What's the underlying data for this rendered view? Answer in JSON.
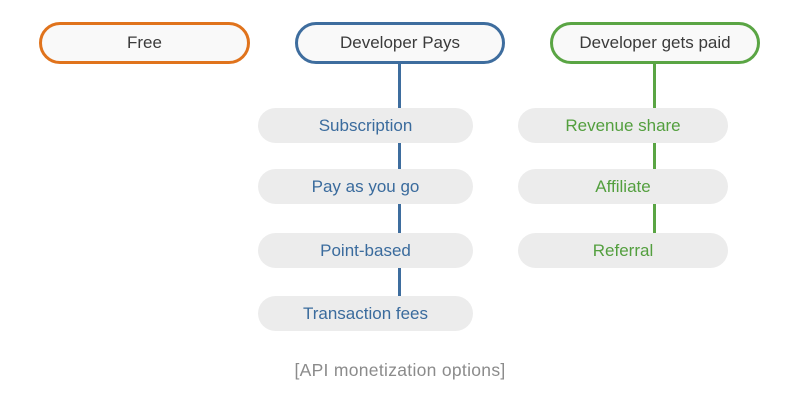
{
  "diagram": {
    "caption": "[API monetization options]",
    "colors": {
      "orange_border": "#e0731c",
      "blue_border_line": "#3e6d9e",
      "blue_child_text": "#3a6b9d",
      "green_border_line": "#5aa544",
      "green_child_text": "#539f3e",
      "parent_pill_bg": "#f9f9f9",
      "parent_pill_text": "#3b3b3b",
      "child_pill_bg": "#ececec",
      "caption_text": "#8b8b8b",
      "page_bg": "#ffffff"
    },
    "columns": [
      {
        "label": "Free",
        "children": []
      },
      {
        "label": "Developer Pays",
        "children": [
          "Subscription",
          "Pay as you go",
          "Point-based",
          "Transaction fees"
        ]
      },
      {
        "label": "Developer gets paid",
        "children": [
          "Revenue share",
          "Affiliate",
          "Referral"
        ]
      }
    ]
  }
}
